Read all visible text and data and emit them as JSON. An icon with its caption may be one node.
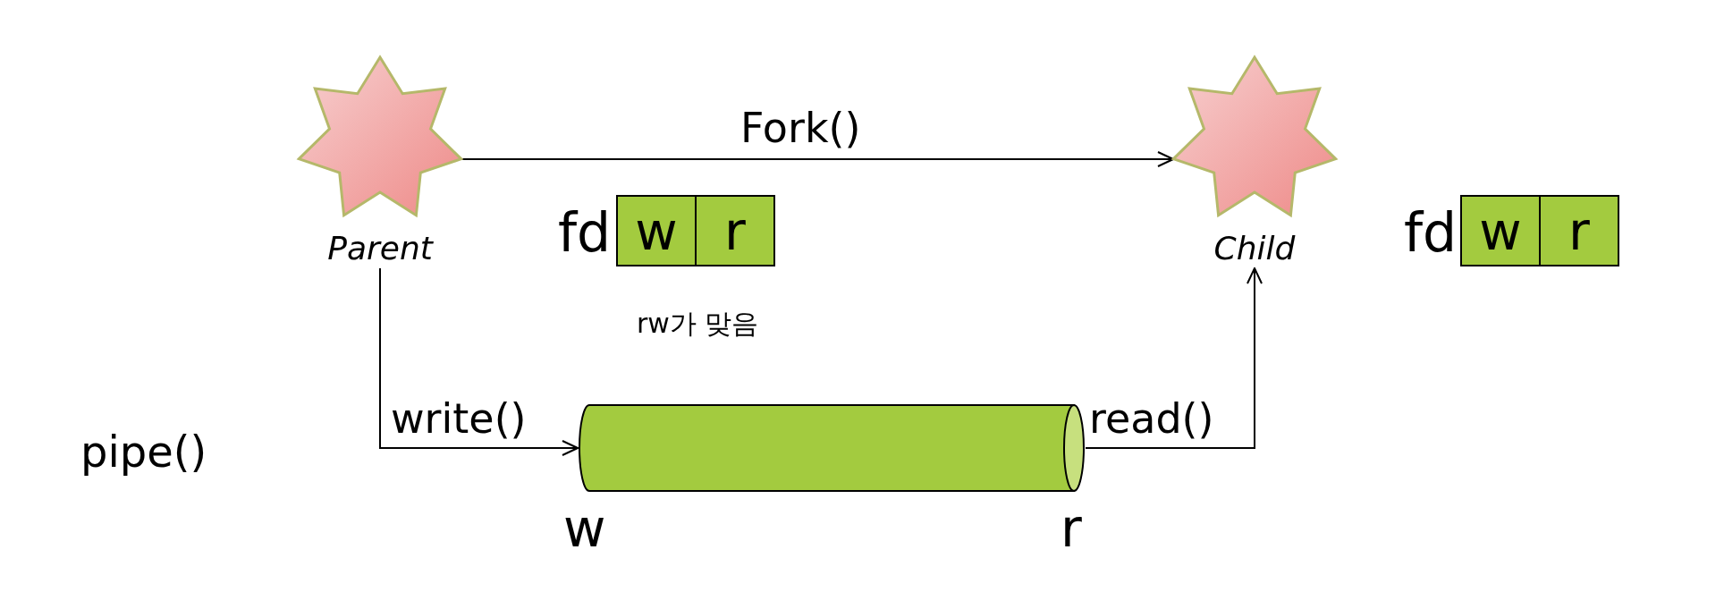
{
  "diagram": {
    "nodes": [
      {
        "text": [],
        "shape": "star",
        "beside": [
          "Parent"
        ]
      },
      {
        "text": [],
        "shape": "star",
        "beside": [
          "Child"
        ]
      },
      {
        "text": [
          "w"
        ]
      },
      {
        "text": [
          "r"
        ]
      },
      {
        "text": [
          "w"
        ]
      },
      {
        "text": [
          "r"
        ]
      },
      {
        "text": [],
        "shape": "cylinder"
      }
    ],
    "edges": [
      {
        "from": 0,
        "to": 1,
        "label": "Fork()",
        "arrow": "to"
      },
      {
        "from": 0,
        "to": 6,
        "label": "write()",
        "arrow": "to"
      },
      {
        "from": 6,
        "to": 1,
        "label": "read()",
        "arrow": "to"
      }
    ],
    "labels": [
      "fd",
      "fd",
      "rw가 맞음",
      "pipe()",
      "w",
      "r"
    ]
  }
}
